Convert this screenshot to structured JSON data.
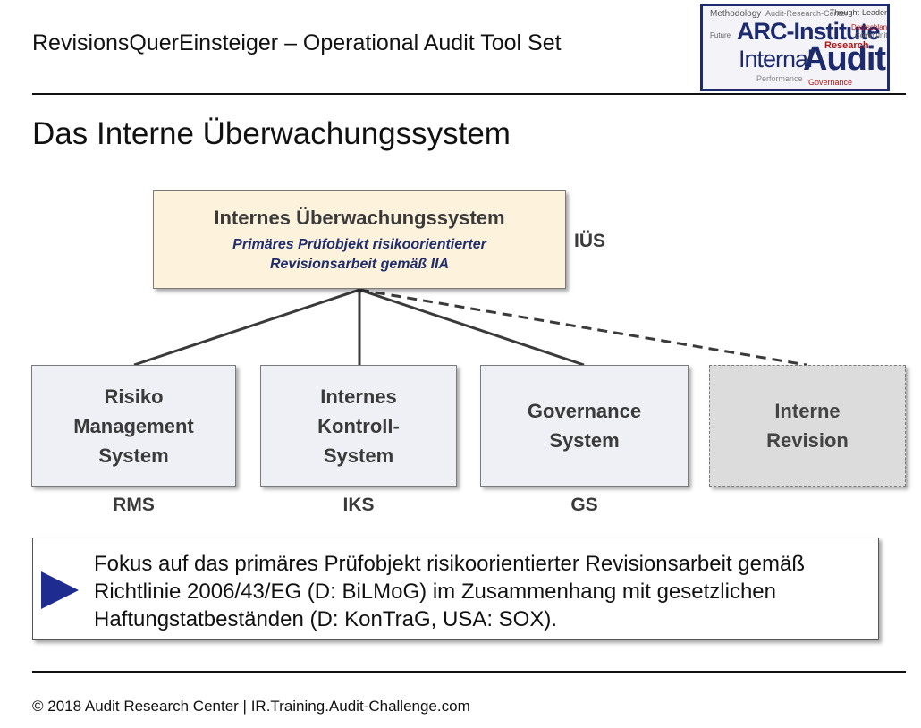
{
  "header": {
    "title": "RevisionsQuerEinsteiger – Operational Audit Tool Set"
  },
  "logo": {
    "words": [
      "Methodology",
      "Audit-Research-Center",
      "Thought-Leadership",
      "ARC-Institute",
      "Internal",
      "Audit",
      "Research",
      "Governance",
      "Performance",
      "Community",
      "Deutschland",
      "Future"
    ]
  },
  "slide": {
    "title": "Das Interne Überwachungssystem"
  },
  "diagram": {
    "root": {
      "title": "Internes Überwachungssystem",
      "subtitle_line1": "Primäres Prüfobjekt risikoorientierter",
      "subtitle_line2": "Revisionsarbeit gemäß IIA",
      "abbr": "IÜS"
    },
    "children": [
      {
        "lines": [
          "Risiko",
          "Management",
          "System"
        ],
        "abbr": "RMS"
      },
      {
        "lines": [
          "Internes",
          "Kontroll-",
          "System"
        ],
        "abbr": "IKS"
      },
      {
        "lines": [
          "Governance",
          "System"
        ],
        "abbr": "GS"
      },
      {
        "lines": [
          "Interne",
          "Revision"
        ],
        "abbr": ""
      }
    ]
  },
  "note": {
    "text": "Fokus auf das primäres Prüfobjekt risikoorientierter Revisionsarbeit gemäß Richtlinie 2006/43/EG (D: BiLMoG) im Zusammenhang mit gesetzlichen Haftungstatbeständen (D: KonTraG, USA: SOX)."
  },
  "footer": {
    "text": "© 2018 Audit Research Center | IR.Training.Audit-Challenge.com"
  },
  "colors": {
    "accent": "#1f2c8f",
    "root_fill": "#fdf3dc",
    "child_fill": "#eef0f5",
    "revision_fill": "#dcdcdc"
  }
}
